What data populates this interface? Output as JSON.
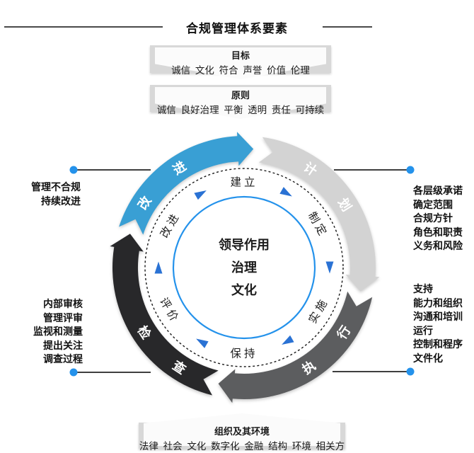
{
  "title": "合规管理体系要素",
  "boxes": {
    "goal": {
      "title": "目标",
      "items": "诚信 文化 符合 声誉 价值 伦理"
    },
    "principle": {
      "title": "原则",
      "items": "诚信 良好治理 平衡 透明 责任 可持续"
    },
    "environment": {
      "title": "组织及其环境",
      "items": "法律 社会 文化 数字化 金融 结构 环境 相关方"
    }
  },
  "center": {
    "line1": "领导作用",
    "line2": "治理",
    "line3": "文化"
  },
  "wheel": {
    "segments": [
      {
        "label": "计划",
        "color": "#d3d3d3",
        "from": 8,
        "to": 94,
        "chars": [
          {
            "ch": "计",
            "angle": 34
          },
          {
            "ch": "划",
            "angle": 58
          }
        ]
      },
      {
        "label": "执行",
        "color": "#5c5d5f",
        "from": 103,
        "to": 185,
        "chars": [
          {
            "ch": "行",
            "angle": 123
          },
          {
            "ch": "执",
            "angle": 147
          }
        ]
      },
      {
        "label": "检查",
        "color": "#28282a",
        "from": 194,
        "to": 279,
        "chars": [
          {
            "ch": "查",
            "angle": 213
          },
          {
            "ch": "检",
            "angle": 237
          }
        ]
      },
      {
        "label": "改进",
        "color": "#399fd4",
        "from": 288,
        "to": 357,
        "chars": [
          {
            "ch": "改",
            "angle": 303
          },
          {
            "ch": "进",
            "angle": 327
          }
        ]
      }
    ],
    "inner_labels": [
      {
        "text": "建立",
        "angle": 0
      },
      {
        "text": "制定",
        "angle": 60
      },
      {
        "text": "实施",
        "angle": 120
      },
      {
        "text": "保持",
        "angle": 180
      },
      {
        "text": "评价",
        "angle": 240
      },
      {
        "text": "改进",
        "angle": 300
      }
    ],
    "arrow_angles": [
      30,
      90,
      150,
      210,
      270,
      330
    ]
  },
  "side_notes": {
    "top_left": [
      "管理不合规",
      "持续改进"
    ],
    "top_right": [
      "各层级承诺",
      "确定范围",
      "合规方针",
      "角色和职责",
      "义务和风险"
    ],
    "bottom_left": [
      "内部审核",
      "管理评审",
      "监视和测量",
      "提出关注",
      "调查过程"
    ],
    "bottom_right": [
      "支持",
      "能力和组织",
      "沟通和培训",
      "运行",
      "控制和程序",
      "文件化"
    ]
  },
  "colors": {
    "circle_blue": "#2492eb",
    "arrow_blue": "#2a72d4",
    "connector_line": "#3f3f3f",
    "title_rule": "#4a4a4a",
    "text": "#1a1a1a"
  }
}
